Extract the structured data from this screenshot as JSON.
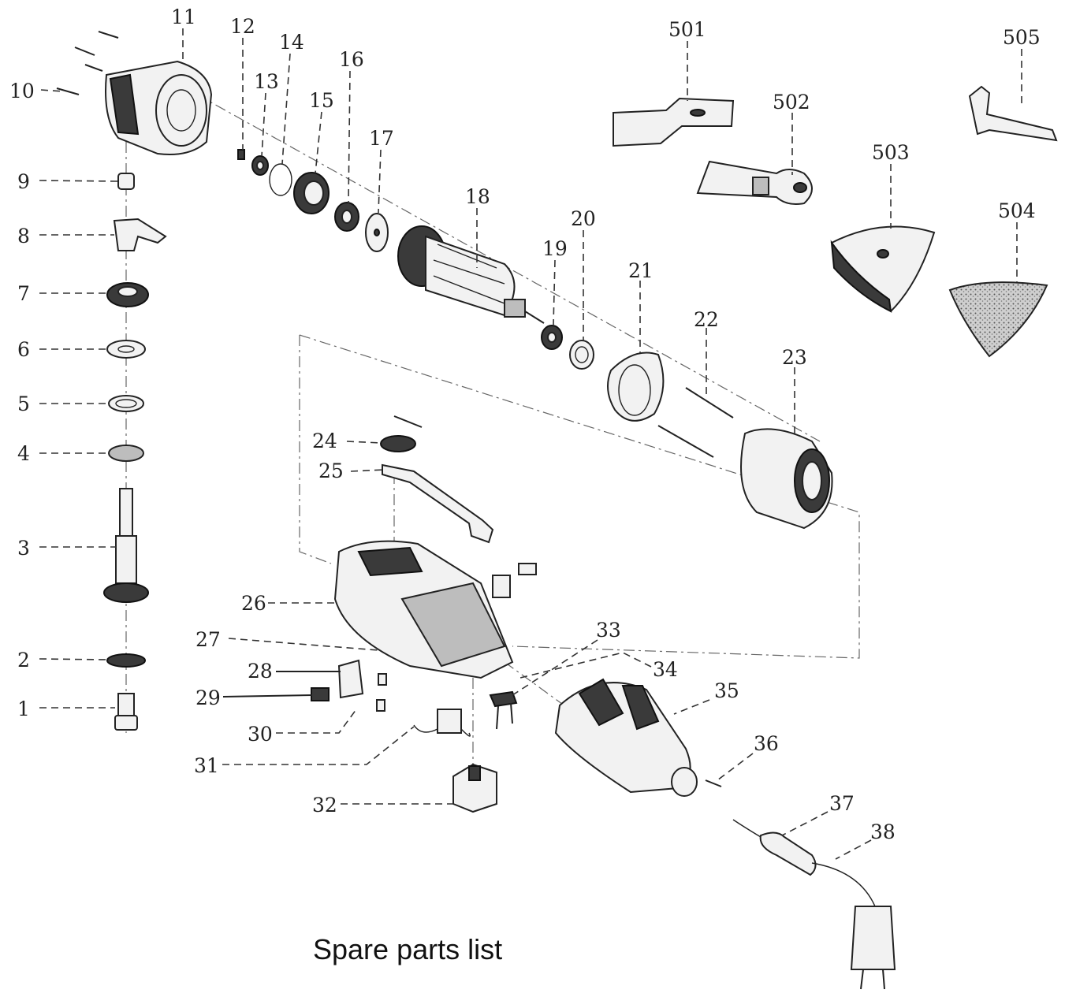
{
  "caption": "Spare parts list",
  "callouts": {
    "c1": "1",
    "c2": "2",
    "c3": "3",
    "c4": "4",
    "c5": "5",
    "c6": "6",
    "c7": "7",
    "c8": "8",
    "c9": "9",
    "c10": "10",
    "c11": "11",
    "c12": "12",
    "c13": "13",
    "c14": "14",
    "c15": "15",
    "c16": "16",
    "c17": "17",
    "c18": "18",
    "c19": "19",
    "c20": "20",
    "c21": "21",
    "c22": "22",
    "c23": "23",
    "c24": "24",
    "c25": "25",
    "c26": "26",
    "c27": "27",
    "c28": "28",
    "c29": "29",
    "c30": "30",
    "c31": "31",
    "c32": "32",
    "c33": "33",
    "c34": "34",
    "c35": "35",
    "c36": "36",
    "c37": "37",
    "c38": "38",
    "c501": "501",
    "c502": "502",
    "c503": "503",
    "c504": "504",
    "c505": "505"
  }
}
